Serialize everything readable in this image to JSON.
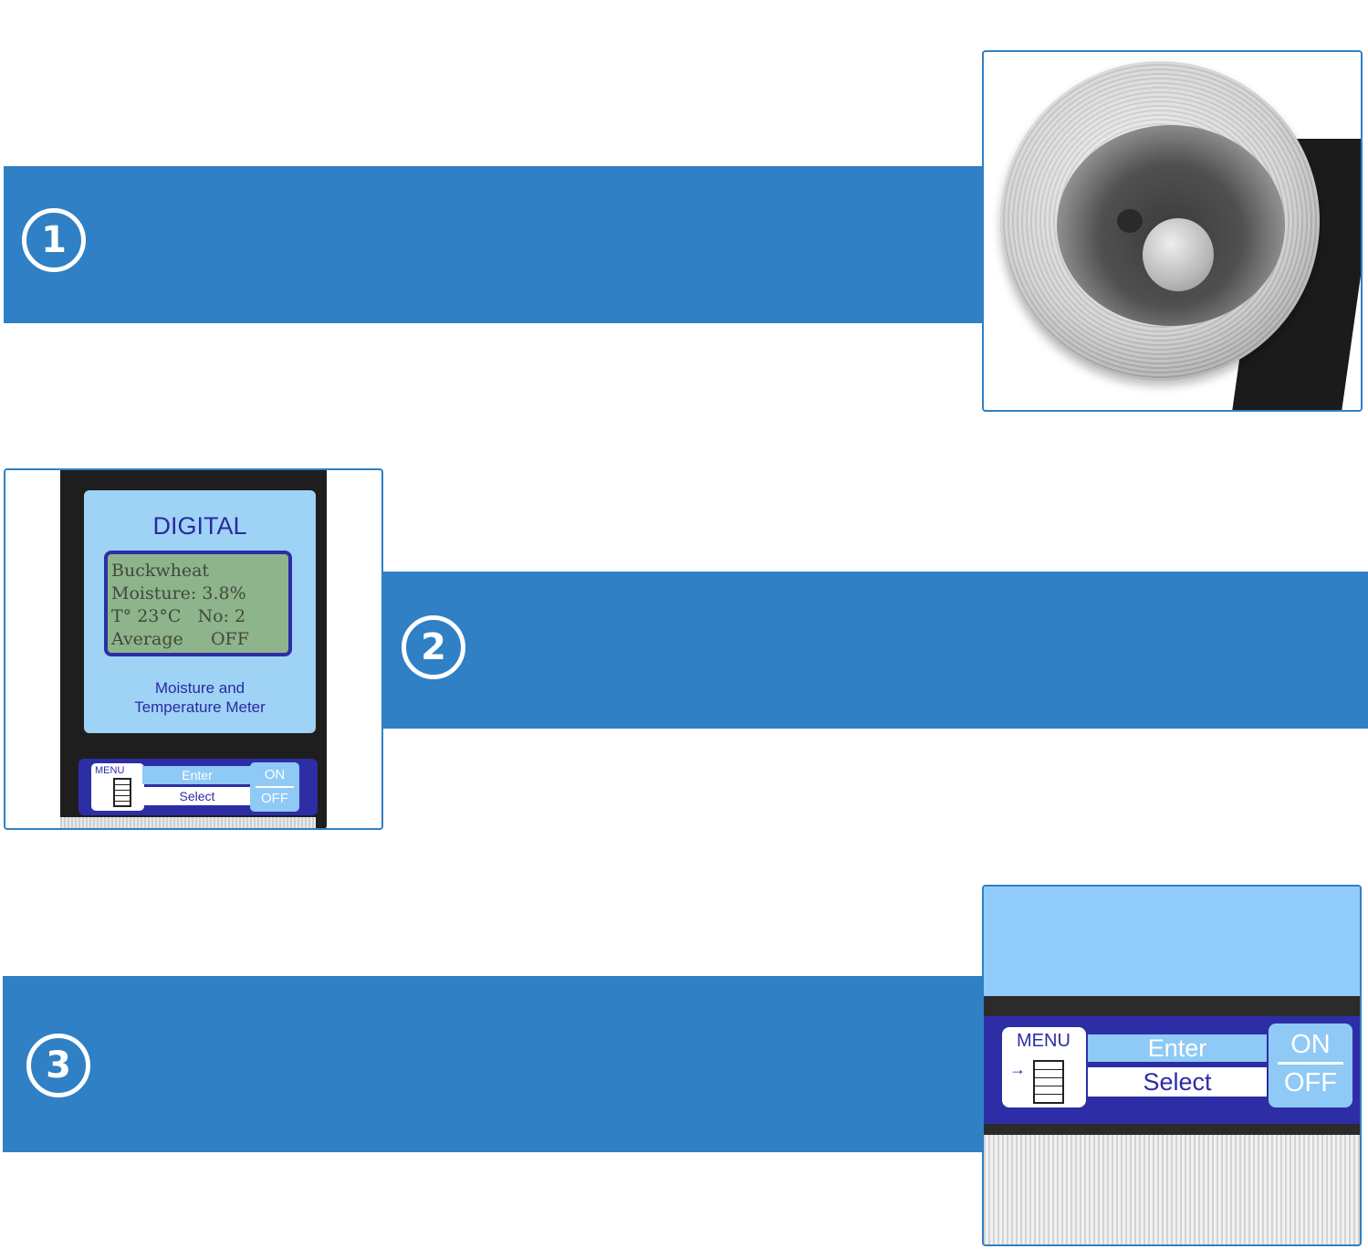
{
  "steps": [
    {
      "number": "1"
    },
    {
      "number": "2"
    },
    {
      "number": "3"
    }
  ],
  "colors": {
    "band": "#2f80c4",
    "keypad": "#2d2da6",
    "face": "#9fd3f5",
    "button_light": "#8fc9f5"
  },
  "meter": {
    "brand": "DIGITAL",
    "lcd": [
      "Buckwheat",
      "Moisture: 3.8%",
      "T° 23°C   No: 2",
      "Average     OFF"
    ],
    "subtitle_line1": "Moisture and",
    "subtitle_line2": "Temperature Meter",
    "keys": {
      "menu": "MENU",
      "enter": "Enter",
      "select": "Select",
      "on": "ON",
      "off": "OFF"
    }
  },
  "closeup": {
    "keys": {
      "menu": "MENU",
      "arrow": "→",
      "enter": "Enter",
      "select": "Select",
      "on": "ON",
      "off": "OFF"
    }
  }
}
